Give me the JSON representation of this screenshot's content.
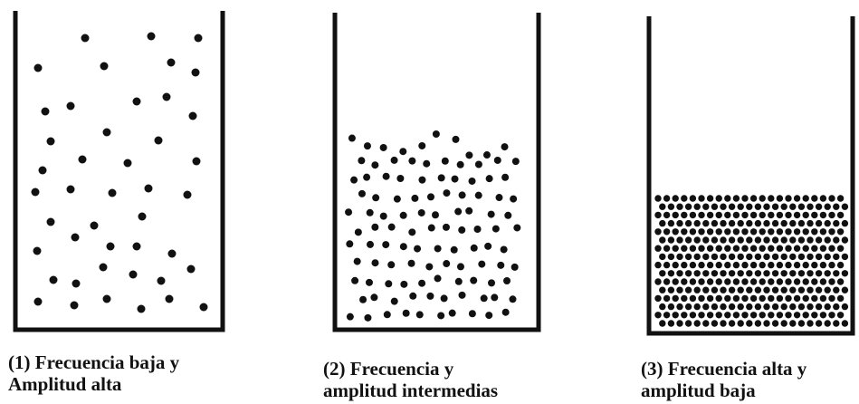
{
  "colors": {
    "ink": "#111111",
    "background": "#ffffff"
  },
  "panels": [
    {
      "id": "panel-1",
      "particle_density": "low",
      "caption_lines": [
        "(1) Frecuencia baja y",
        "Amplitud alta"
      ]
    },
    {
      "id": "panel-2",
      "particle_density": "medium",
      "caption_lines": [
        "(2) Frecuencia y",
        "amplitud intermedias"
      ]
    },
    {
      "id": "panel-3",
      "particle_density": "high",
      "caption_lines": [
        "(3) Frecuencia alta y",
        "amplitud baja"
      ]
    }
  ]
}
